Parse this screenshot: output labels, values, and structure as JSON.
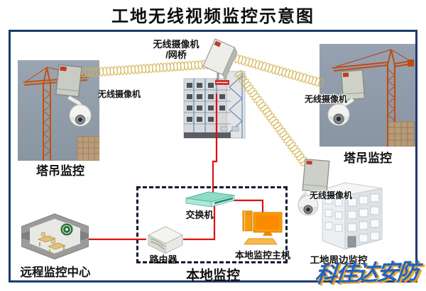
{
  "title": "工地无线视频监控示意图",
  "watermark": "科佳达安防",
  "colors": {
    "frame_border": "#1c3a6e",
    "cable_red": "#dd1111",
    "signal_gold": "#d4b24e",
    "dashed_box": "#0f1b33",
    "switch_teal": "#58c6b2",
    "host_orange": "#f79a0d",
    "watermark_blue": "#1a63c8",
    "watermark_orange": "#eb9e20",
    "logo_green": "#2a6f3a"
  },
  "diagram": {
    "bridge": {
      "label_line1": "无线摄像机",
      "label_line2": "/网桥"
    },
    "left_crane": {
      "camera_label": "无线摄像机",
      "caption": "塔吊监控"
    },
    "right_crane": {
      "camera_label": "无线摄像机",
      "caption": "塔吊监控"
    },
    "perimeter": {
      "camera_label": "无线摄像机",
      "caption": "工地周边监控"
    },
    "remote": {
      "caption": "远程监控中心"
    },
    "local": {
      "caption": "本地监控",
      "switch_label": "交换机",
      "router_label": "路由器",
      "host_label": "本地监控主机"
    }
  }
}
